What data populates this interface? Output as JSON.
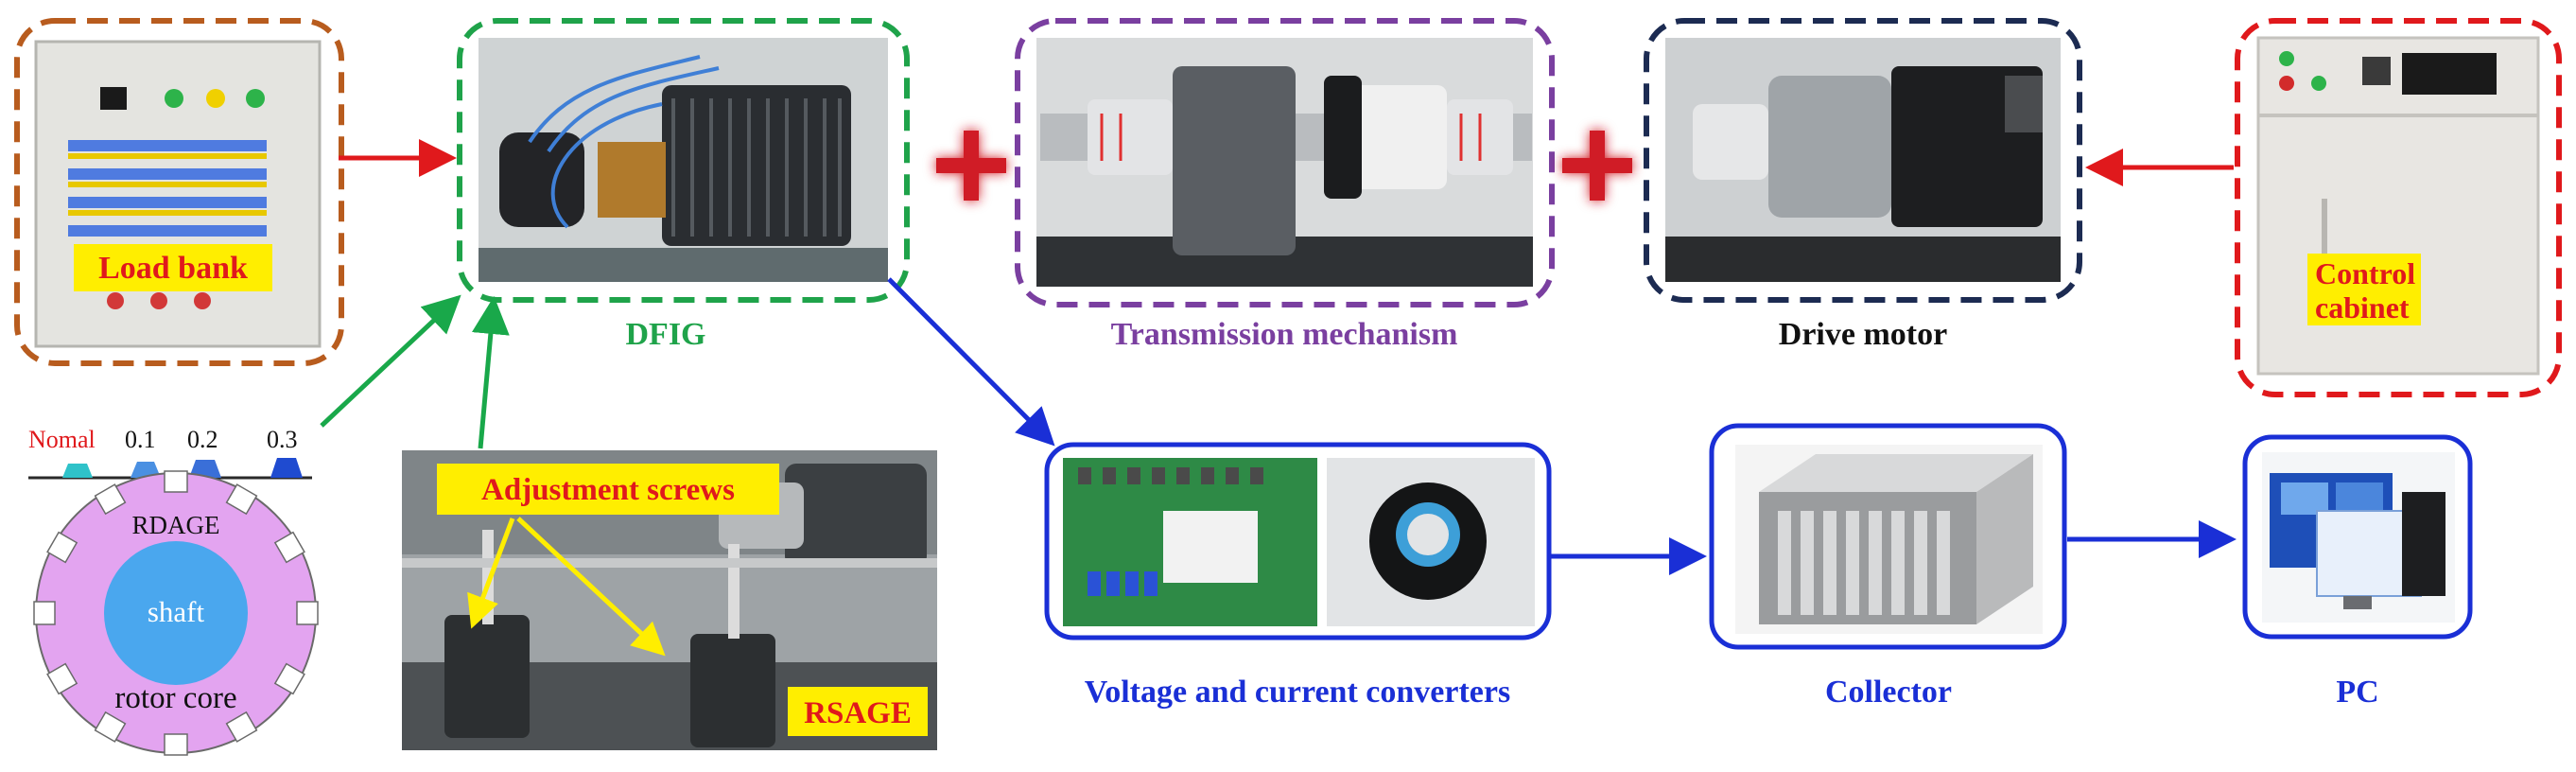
{
  "colors": {
    "load_bank": "#b85c1e",
    "dfig": "#1fa34a",
    "transmission": "#7a3fa0",
    "drive_motor": "#1c2b52",
    "control_cabinet": "#e0191c",
    "signal_path": "#1a2fd6",
    "fault_arrow": "#19a84a",
    "yellow_highlight": "#ffee00",
    "rotor_core": "#e3a4f0",
    "shaft": "#4aa7ee"
  },
  "labels": {
    "load_bank": "Load bank",
    "dfig": "DFIG",
    "transmission": "Transmission mechanism",
    "drive_motor": "Drive motor",
    "control_cabinet_line1": "Control",
    "control_cabinet_line2": "cabinet",
    "converters": "Voltage and current converters",
    "collector": "Collector",
    "pc": "PC",
    "adjustment_screws": "Adjustment screws",
    "rsage": "RSAGE"
  },
  "rotor_diagram": {
    "scale_labels": [
      "Nomal",
      "0.1",
      "0.2",
      "0.3"
    ],
    "rdage": "RDAGE",
    "shaft": "shaft",
    "rotor_core": "rotor core"
  },
  "icons": {
    "plus_1": "plus-icon",
    "plus_2": "plus-icon"
  }
}
